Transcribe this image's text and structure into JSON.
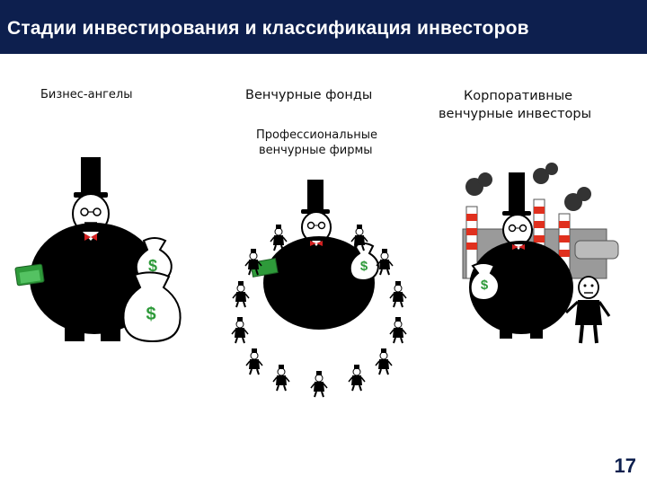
{
  "header": {
    "title": "Стадии инвестирования и классификация инвесторов"
  },
  "columns": [
    {
      "label": "Бизнес-ангелы"
    },
    {
      "label": "Венчурные фонды",
      "sublabel_line1": "Профессиональные",
      "sublabel_line2": "венчурные фирмы"
    },
    {
      "label_line1": "Корпоративные",
      "label_line2": "венчурные инвесторы"
    }
  ],
  "money_symbol": "$",
  "page_number": "17",
  "colors": {
    "header_bg": "#0d1f4e",
    "money_green": "#2e9a3a",
    "bowtie_red": "#d22020",
    "factory_red": "#e0301e"
  }
}
